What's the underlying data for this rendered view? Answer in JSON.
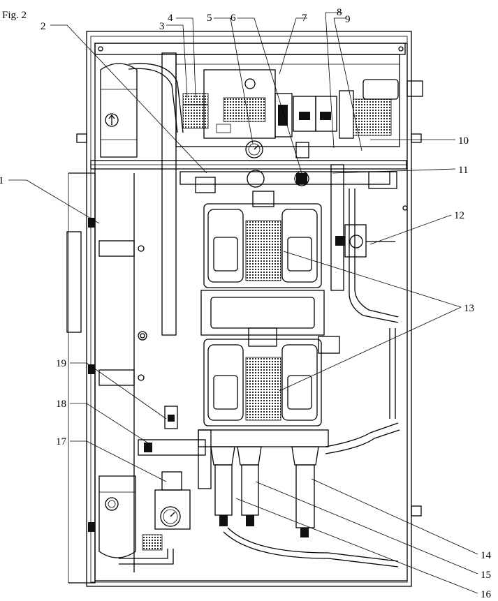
{
  "figure_label": "Fig. 2",
  "callouts": {
    "c1": "1",
    "c2": "2",
    "c3": "3",
    "c4": "4",
    "c5": "5",
    "c6": "6",
    "c7": "7",
    "c8": "8",
    "c9": "9",
    "c10": "10",
    "c11": "11",
    "c12": "12",
    "c13": "13",
    "c14": "14",
    "c15": "15",
    "c16": "16",
    "c17": "17",
    "c18": "18",
    "c19": "19"
  }
}
